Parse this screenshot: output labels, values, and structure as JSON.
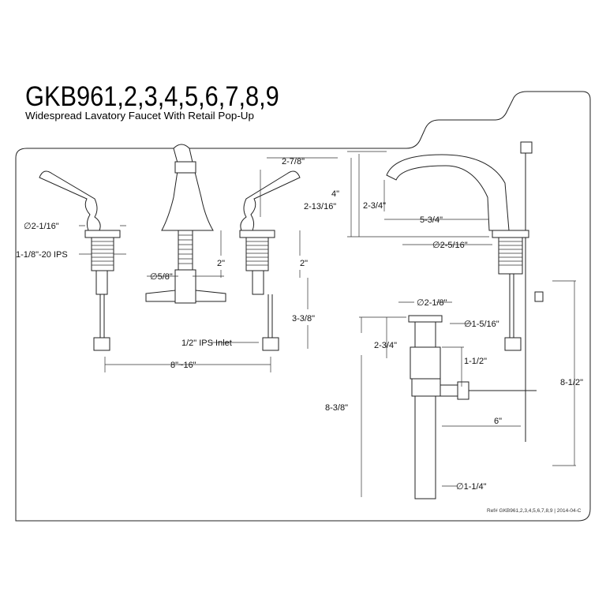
{
  "title": "GKB961,2,3,4,5,6,7,8,9",
  "subtitle": "Widespread Lavatory Faucet With Retail Pop-Up",
  "reference": "Ref# GKB961,2,3,4,5,6,7,8,9 | 2014-04-C",
  "dimensions": {
    "handle_diameter": "∅2-1/16\"",
    "thread": "1-1/8\"-20 IPS",
    "spout_shank": "∅5/8\"",
    "shank_2_left": "2\"",
    "handle_width": "2-7/8\"",
    "handle_height": "2-13/16\"",
    "shank_2_right": "2\"",
    "supply_length": "3-3/8\"",
    "inlet": "1/2\" IPS Inlet",
    "spread": "8\"~16\"",
    "spout_height": "4\"",
    "spout_clearance": "2-3/4\"",
    "spout_reach": "5-3/4\"",
    "spout_base": "∅2-5/16\"",
    "drain_flange": "∅2-1/8\"",
    "drain_stopper": "∅1-5/16\"",
    "drain_height": "2-3/4\"",
    "drain_body": "1-1/2\"",
    "drain_total": "8-3/8\"",
    "rod_reach": "6\"",
    "rod_length": "8-1/2\"",
    "tailpiece": "∅1-1/4\""
  }
}
